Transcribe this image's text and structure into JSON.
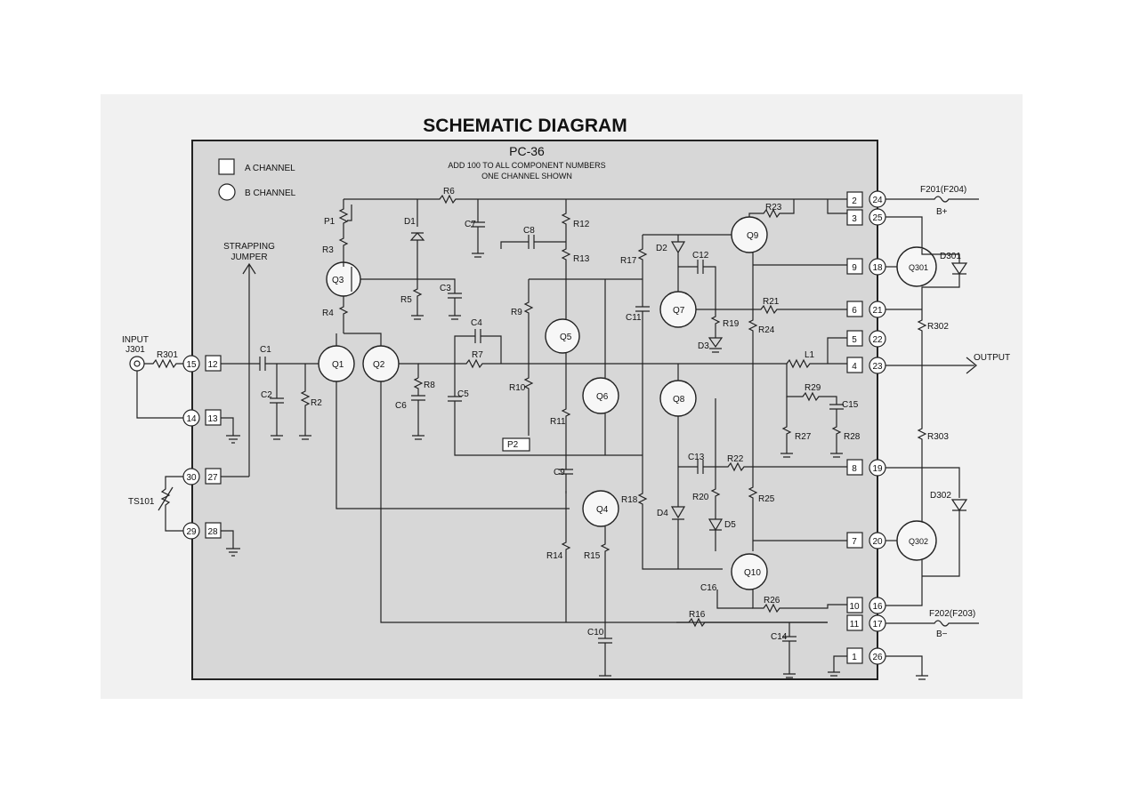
{
  "title": "SCHEMATIC DIAGRAM",
  "subtitle": "PC-36",
  "notes": [
    "ADD 100 TO ALL COMPONENT NUMBERS",
    "ONE CHANNEL SHOWN"
  ],
  "legend": {
    "square": "A CHANNEL",
    "circle": "B CHANNEL"
  },
  "labels": {
    "strapping": [
      "STRAPPING",
      "JUMPER"
    ],
    "input": [
      "INPUT",
      "J301"
    ],
    "output": "OUTPUT",
    "fuse_top": "F201(F204)",
    "fuse_top_rail": "B+",
    "fuse_bottom": "F202(F203)",
    "fuse_bottom_rail": "B−",
    "ts": "TS101"
  },
  "transistors": [
    "Q1",
    "Q2",
    "Q3",
    "Q4",
    "Q5",
    "Q6",
    "Q7",
    "Q8",
    "Q9",
    "Q10",
    "Q301",
    "Q302"
  ],
  "components": [
    "R301",
    "C1",
    "C2",
    "R2",
    "P1",
    "R3",
    "R4",
    "R5",
    "C3",
    "D1",
    "R6",
    "C7",
    "C8",
    "R12",
    "R13",
    "R9",
    "C4",
    "R7",
    "R8",
    "C6",
    "C5",
    "R10",
    "R11",
    "P2",
    "C9",
    "R14",
    "R15",
    "C10",
    "R16",
    "R17",
    "C11",
    "R18",
    "D2",
    "C12",
    "R19",
    "D3",
    "R21",
    "R24",
    "R23",
    "D4",
    "C13",
    "R22",
    "R20",
    "D5",
    "R25",
    "R26",
    "C16",
    "C14",
    "L1",
    "R29",
    "C15",
    "R27",
    "R28",
    "R302",
    "R303",
    "D301",
    "D302"
  ],
  "pins": {
    "left_circles": [
      "15",
      "14",
      "30",
      "29"
    ],
    "left_squares": [
      "12",
      "13",
      "27",
      "28"
    ],
    "right_squares": [
      "2",
      "3",
      "9",
      "6",
      "5",
      "4",
      "8",
      "7",
      "10",
      "11",
      "1"
    ],
    "right_circles": [
      "24",
      "25",
      "18",
      "21",
      "22",
      "23",
      "19",
      "20",
      "16",
      "17",
      "26"
    ]
  }
}
